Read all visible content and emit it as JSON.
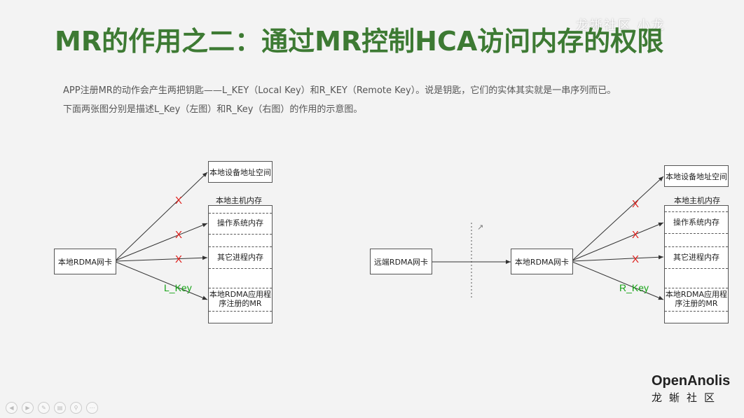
{
  "title": "MR的作用之二：通过MR控制HCA访问内存的权限",
  "description": {
    "line1": "APP注册MR的动作会产生两把钥匙——L_KEY（Local Key）和R_KEY（Remote Key）。说是钥匙，它们的实体其实就是一串序列而已。",
    "line2": "下面两张图分别是描述L_Key（左图）和R_Key（右图）的作用的示意图。"
  },
  "left_diagram": {
    "nic": "本地RDMA网卡",
    "device_space": "本地设备地址空间",
    "host_memory_label": "本地主机内存",
    "os_memory": "操作系统内存",
    "other_process_memory": "其它进程内存",
    "app_mr_line1": "本地RDMA应用程",
    "app_mr_line2": "序注册的MR",
    "deny_mark": "X",
    "key": "L_Key"
  },
  "right_diagram": {
    "remote_nic": "远端RDMA网卡",
    "nic": "本地RDMA网卡",
    "device_space": "本地设备地址空间",
    "host_memory_label": "本地主机内存",
    "os_memory": "操作系统内存",
    "other_process_memory": "其它进程内存",
    "app_mr_line1": "本地RDMA应用程",
    "app_mr_line2": "序注册的MR",
    "deny_mark": "X",
    "key": "R_Key"
  },
  "brand": {
    "name": "OpenAnolis",
    "cn": "龙蜥社区"
  },
  "watermark": "龙蜥社区  小龙",
  "colors": {
    "title": "#3d7a33",
    "deny": "#e0201c",
    "key": "#18a418"
  }
}
